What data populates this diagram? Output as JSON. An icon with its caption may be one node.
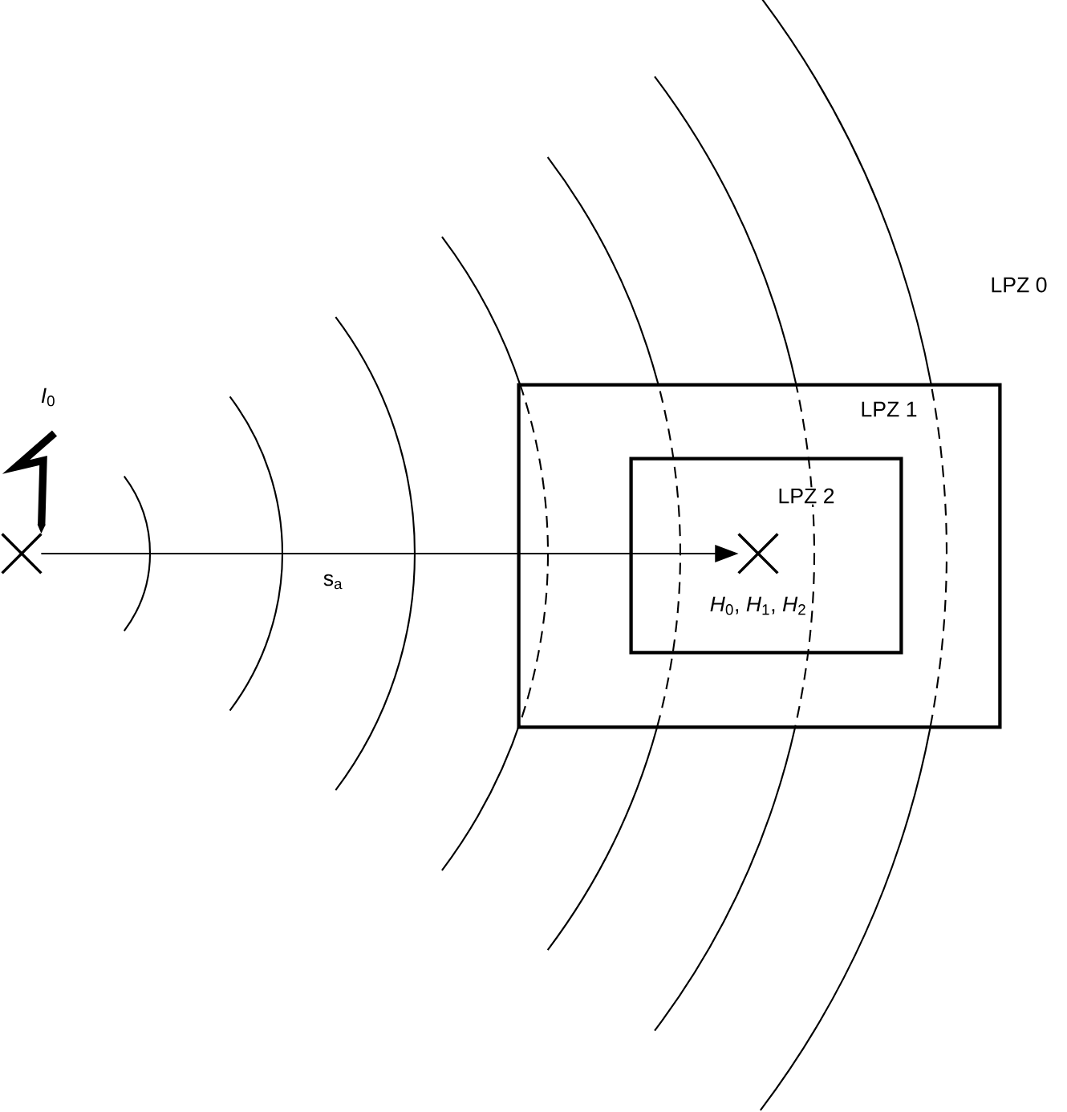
{
  "diagram": {
    "nodes": [
      {
        "text": [
          "LPZ 1"
        ]
      },
      {
        "text": [
          "LPZ 2",
          "*H*$_{0}$, *H*$_{1}$, *H*$_{2}$"
        ],
        "in": 0
      },
      {
        "text": [],
        "shape": "cross"
      },
      {
        "text": [],
        "shape": "cross",
        "in": 1
      }
    ],
    "edges": [
      {
        "from": 2,
        "to": 3,
        "arrow": "to",
        "label": "s$_{a}$"
      },
      {
        "from": null,
        "to": 2,
        "arrow": "to",
        "label": "*I*$_{0}$",
        "style": "thick"
      }
    ],
    "labels": [
      "LPZ 0"
    ]
  }
}
